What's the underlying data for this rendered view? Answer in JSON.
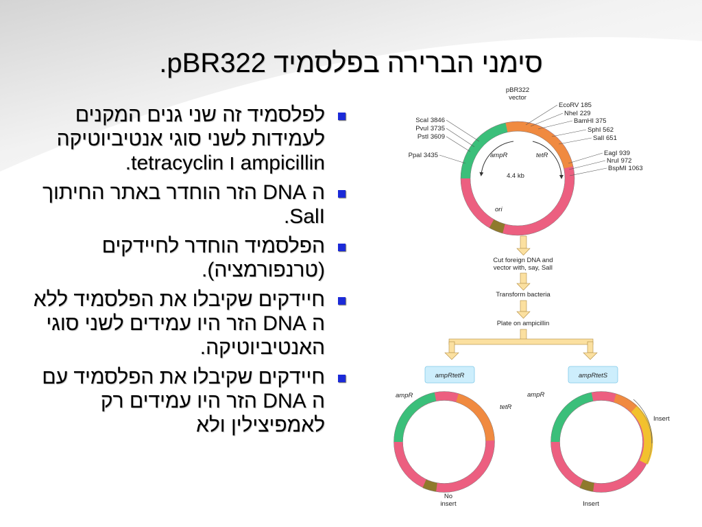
{
  "slide": {
    "title": "סימני הברירה בפלסמיד pBR322.",
    "bullets": [
      "לפלסמיד זה שני גנים המקנים לעמידות לשני סוגי אנטיביוטיקה ampicillin ו tetracyclin.",
      "ה DNA הזר הוחדר באתר החיתוך SalI.",
      "הפלסמיד הוחדר לחיידקים (טרנפורמציה).",
      "חיידקים שקיבלו את הפלסמיד ללא ה DNA הזר היו עמידים לשני סוגי האנטיביוטיקה.",
      "חיידקים שקיבלו את הפלסמיד עם ה DNA הזר היו עמידים רק לאמפיצילין ולא"
    ]
  },
  "figure": {
    "vector_name": "pBR322",
    "vector_word": "vector",
    "size_label": "4.4 kb",
    "ori_label": "ori",
    "amp_label": "ampR",
    "tet_label": "tetR",
    "left_sites": [
      "ScaI 3846",
      "PvuI 3735",
      "PstI 3609",
      "PpaI 3435"
    ],
    "right_sites": [
      "EcoRV 185",
      "NheI 229",
      "BamHI 375",
      "SphI 562",
      "SalI 651",
      "EagI 939",
      "NruI 972",
      "BspMI 1063"
    ],
    "step1_line1": "Cut foreign DNA and",
    "step1_line2": "vector with, say, SalI",
    "step2": "Transform bacteria",
    "step3": "Plate on ampicillin",
    "box_left": "ampRtetR",
    "box_right": "ampRtetS",
    "left_amp": "ampR",
    "left_tet": "tetR",
    "right_amp": "ampR",
    "insert_side": "Insert",
    "no_insert_line1": "No",
    "no_insert_line2": "insert",
    "insert_bottom": "Insert"
  },
  "colors": {
    "bullet": "#1b2ad8",
    "ring_pink": "#ec5f80",
    "ring_green": "#3bbf7a",
    "ring_orange": "#f08a40",
    "ring_olive": "#8f7a2c",
    "ring_yellow": "#f2c12e",
    "arrow_fill": "#fbe0a0",
    "box_fill": "#cdeefc"
  }
}
